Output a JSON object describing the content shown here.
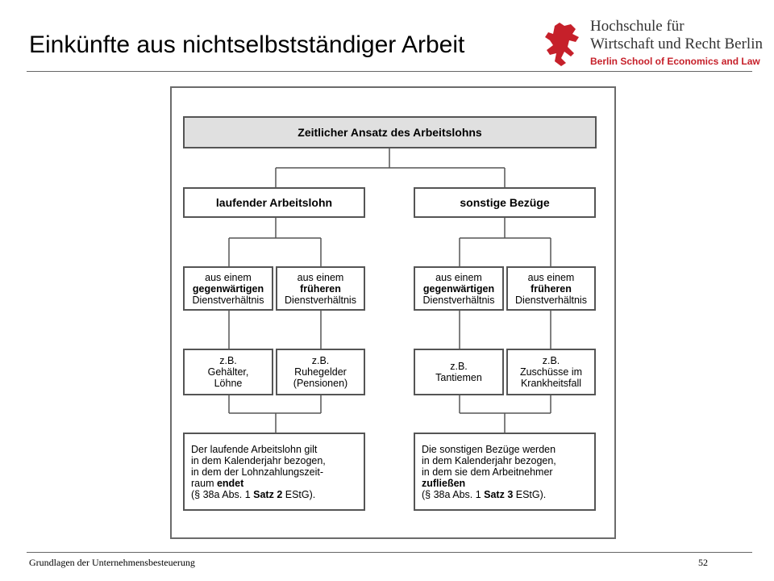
{
  "slide": {
    "title": "Einkünfte aus nichtselbstständiger Arbeit"
  },
  "logo": {
    "line1": "Hochschule für",
    "line2": "Wirtschaft und Recht Berlin",
    "line3": "Berlin School of Economics and Law",
    "icon": "berlin-bear-icon",
    "color": "#c6202a"
  },
  "diagram": {
    "header": "Zeitlicher Ansatz des Arbeitslohns",
    "left": {
      "title": "laufender Arbeitslohn",
      "current": {
        "l1": "aus einem",
        "l2": "gegenwärtigen",
        "l3": "Dienstverhältnis"
      },
      "former": {
        "l1": "aus einem",
        "l2": "früheren",
        "l3": "Dienstverhältnis"
      },
      "example_current": {
        "l1": "z.B.",
        "l2": "Gehälter,",
        "l3": "Löhne"
      },
      "example_former": {
        "l1": "z.B.",
        "l2": "Ruhegelder",
        "l3": "(Pensionen)"
      },
      "result": {
        "l1": "Der laufende Arbeitslohn gilt",
        "l2": "in dem Kalenderjahr bezogen,",
        "l3": "in dem der Lohnzahlungszeit-",
        "l4a": "raum ",
        "l4b": "endet",
        "l5a": "(§ 38a Abs. 1 ",
        "l5b": "Satz 2",
        "l5c": " EStG)."
      }
    },
    "right": {
      "title": "sonstige Bezüge",
      "current": {
        "l1": "aus einem",
        "l2": "gegenwärtigen",
        "l3": "Dienstverhältnis"
      },
      "former": {
        "l1": "aus einem",
        "l2": "früheren",
        "l3": "Dienstverhältnis"
      },
      "example_current": {
        "l1": "z.B.",
        "l2": "Tantiemen"
      },
      "example_former": {
        "l1": "z.B.",
        "l2": "Zuschüsse im",
        "l3": "Krankheitsfall"
      },
      "result": {
        "l1": "Die sonstigen Bezüge werden",
        "l2": "in dem Kalenderjahr bezogen,",
        "l3": "in dem sie dem Arbeitnehmer",
        "l4": "zufließen",
        "l5a": "(§ 38a Abs. 1 ",
        "l5b": "Satz 3",
        "l5c": " EStG)."
      }
    }
  },
  "footer": {
    "course": "Grundlagen der Unternehmensbesteuerung",
    "page": "52"
  }
}
